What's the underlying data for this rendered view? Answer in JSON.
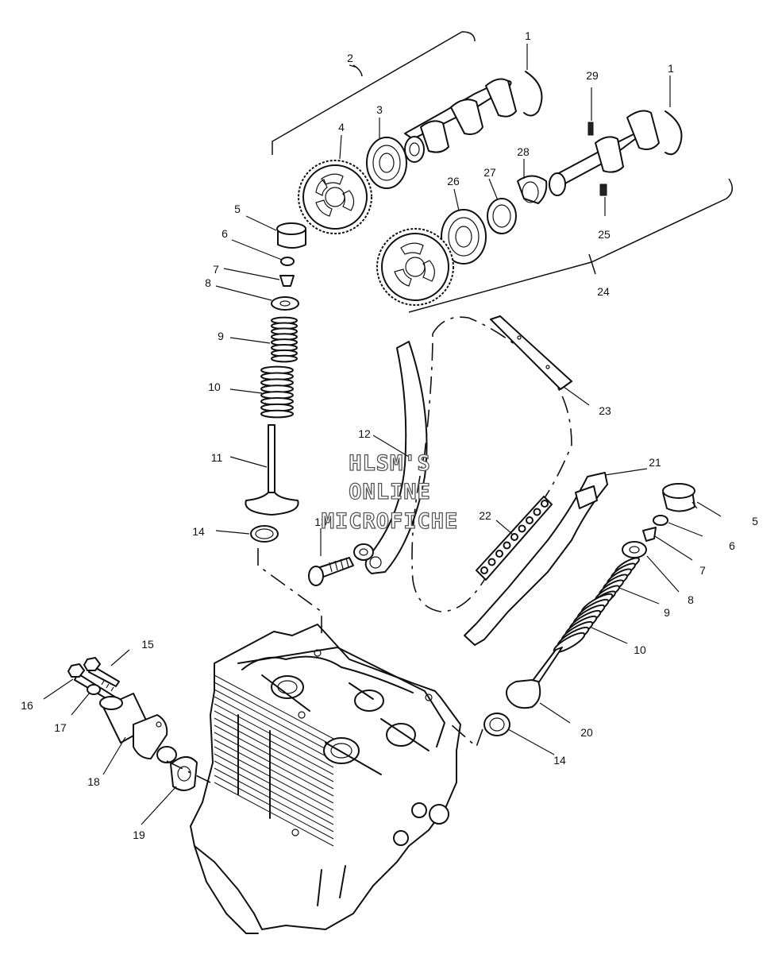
{
  "callouts": [
    {
      "id": "c1a",
      "text": "1"
    },
    {
      "id": "c1b",
      "text": "1"
    },
    {
      "id": "c2",
      "text": "2"
    },
    {
      "id": "c3",
      "text": "3"
    },
    {
      "id": "c4",
      "text": "4"
    },
    {
      "id": "c5a",
      "text": "5"
    },
    {
      "id": "c5b",
      "text": "5"
    },
    {
      "id": "c6a",
      "text": "6"
    },
    {
      "id": "c6b",
      "text": "6"
    },
    {
      "id": "c7a",
      "text": "7"
    },
    {
      "id": "c7b",
      "text": "7"
    },
    {
      "id": "c8a",
      "text": "8"
    },
    {
      "id": "c8b",
      "text": "8"
    },
    {
      "id": "c9a",
      "text": "9"
    },
    {
      "id": "c9b",
      "text": "9"
    },
    {
      "id": "c10a",
      "text": "10"
    },
    {
      "id": "c10b",
      "text": "10"
    },
    {
      "id": "c11",
      "text": "11"
    },
    {
      "id": "c12",
      "text": "12"
    },
    {
      "id": "c13",
      "text": "13"
    },
    {
      "id": "c14a",
      "text": "14"
    },
    {
      "id": "c14b",
      "text": "14"
    },
    {
      "id": "c15",
      "text": "15"
    },
    {
      "id": "c16",
      "text": "16"
    },
    {
      "id": "c17",
      "text": "17"
    },
    {
      "id": "c18",
      "text": "18"
    },
    {
      "id": "c19",
      "text": "19"
    },
    {
      "id": "c20",
      "text": "20"
    },
    {
      "id": "c21",
      "text": "21"
    },
    {
      "id": "c22",
      "text": "22"
    },
    {
      "id": "c23",
      "text": "23"
    },
    {
      "id": "c24",
      "text": "24"
    },
    {
      "id": "c25",
      "text": "25"
    },
    {
      "id": "c26",
      "text": "26"
    },
    {
      "id": "c27",
      "text": "27"
    },
    {
      "id": "c28",
      "text": "28"
    },
    {
      "id": "c29",
      "text": "29"
    }
  ],
  "watermark": {
    "line1": "HLSM'S",
    "line2": "ONLINE",
    "line3": "MICROFICHE"
  }
}
